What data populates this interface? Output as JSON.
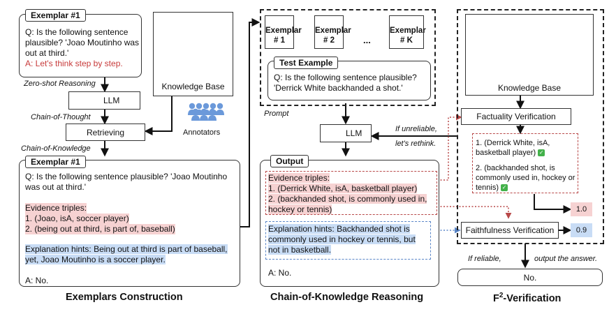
{
  "colors": {
    "red_text": "#c73a3a",
    "pink_highlight": "#f6d2d2",
    "blue_highlight": "#c8dcf5",
    "check_green": "#43b14a"
  },
  "left": {
    "exemplar_label": "Exemplar #1",
    "q_text": "Q: Is the following sentence plausible? 'Joao Moutinho was out at third.'",
    "a_text": "A: Let's think step by step.",
    "zero_shot": "Zero-shot Reasoning",
    "llm": "LLM",
    "chain_of_thought": "Chain-of-Thought",
    "retrieving": "Retrieving",
    "chain_of_knowledge": "Chain-of-Knowledge",
    "knowledge_base": "Knowledge Base",
    "annotators": "Annotators",
    "exemplar2_label": "Exemplar #1",
    "q2_text": "Q: Is the following sentence plausible? 'Joao Moutinho was out at third.'",
    "evidence_title": "Evidence triples:",
    "evidence_1": "1. (Joao, isA, soccer player)",
    "evidence_2": "2. (being out at third, is part of, baseball)",
    "hint": "Explanation hints: Being out at third is part of baseball, yet, Joao Moutinho is a soccer player.",
    "answer": "A: No.",
    "section_title": "Exemplars Construction"
  },
  "middle": {
    "docs": [
      "Exemplar # 1",
      "Exemplar # 2",
      "Exemplar # K"
    ],
    "ellipsis": "...",
    "test_label": "Test Example",
    "test_q": "Q: Is the following sentence plausible? 'Derrick White backhanded a shot.'",
    "prompt": "Prompt",
    "llm": "LLM",
    "if_unreliable": "If unreliable,",
    "rethink": "let's rethink.",
    "output_label": "Output",
    "evidence_title": "Evidence triples:",
    "evidence_1": "1. (Derrick White, isA, basketball player)",
    "evidence_2": "2. (backhanded shot, is commonly used in, hockey or tennis)",
    "hint": "Explanation hints: Backhanded shot is commonly used in hockey or tennis, but not in basketball.",
    "answer": "A: No.",
    "section_title": "Chain-of-Knowledge Reasoning"
  },
  "right": {
    "knowledge_base": "Knowledge Base",
    "factuality": "Factuality Verification",
    "fact_1": "1. (Derrick White, isA, basketball player)",
    "fact_2": "2. (backhanded shot, is commonly used in, hockey or tennis)",
    "score_fact": "1.0",
    "faithfulness": "Faithfulness Verification",
    "score_faith": "0.9",
    "if_reliable": "If reliable,",
    "output_answer": "output the answer.",
    "final": "No.",
    "section_title_prefix": "F",
    "section_title_sup": "2",
    "section_title_suffix": "-Verification"
  },
  "icons": [
    "database-icon",
    "chatgpt-icon",
    "annotators-icon",
    "document-icon",
    "check-icon"
  ]
}
